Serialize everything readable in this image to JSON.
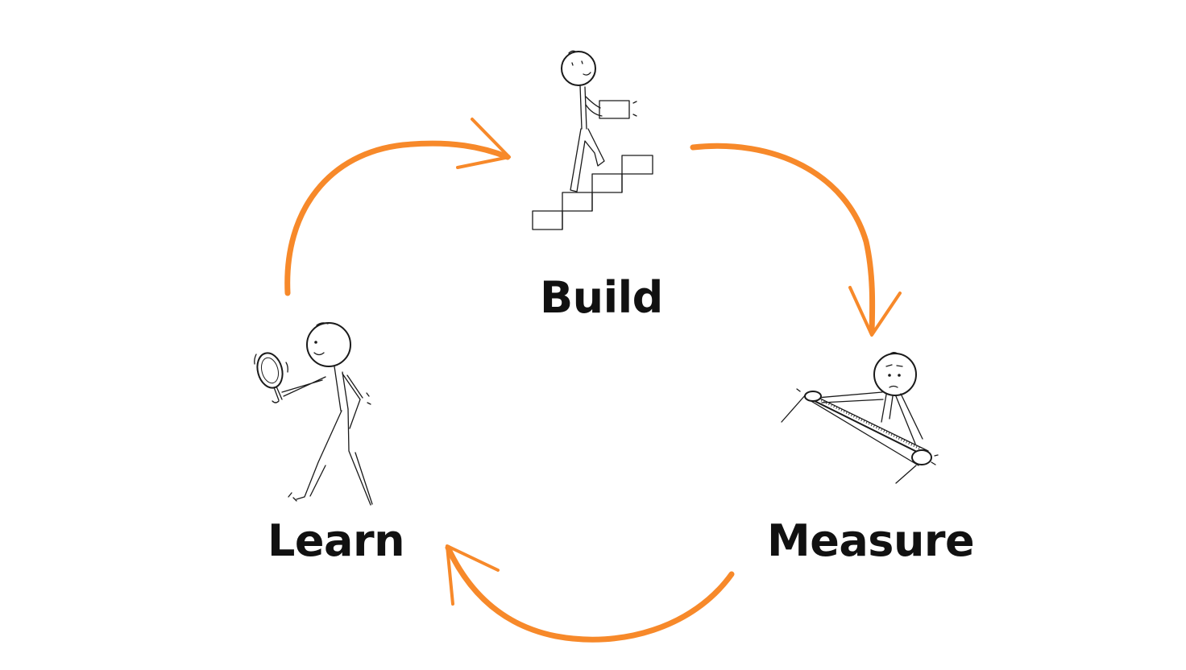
{
  "colors": {
    "accent": "#F7892A",
    "ink": "#1a1a1a",
    "background": "#ffffff"
  },
  "stages": {
    "build": {
      "label": "Build",
      "illustration": "stick-figure-climbing-stairs-carrying-box"
    },
    "measure": {
      "label": "Measure",
      "illustration": "stick-figure-with-measuring-tape"
    },
    "learn": {
      "label": "Learn",
      "illustration": "stick-figure-with-magnifying-glass"
    }
  },
  "arrows": [
    {
      "from": "learn",
      "to": "build"
    },
    {
      "from": "build",
      "to": "measure"
    },
    {
      "from": "measure",
      "to": "learn"
    }
  ]
}
